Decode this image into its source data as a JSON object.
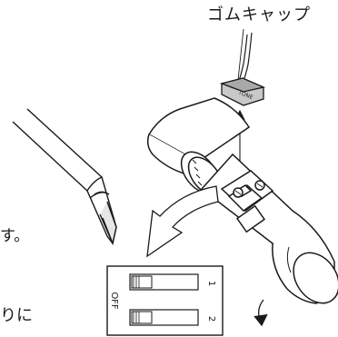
{
  "labels": {
    "callout": "ゴムキャップ",
    "cap_marking": "TONE",
    "text_fragment_1": "す。",
    "text_fragment_2": "りに"
  },
  "switch_panel": {
    "off_label": "OFF",
    "switches": [
      {
        "number": "1"
      },
      {
        "number": "2"
      }
    ]
  }
}
